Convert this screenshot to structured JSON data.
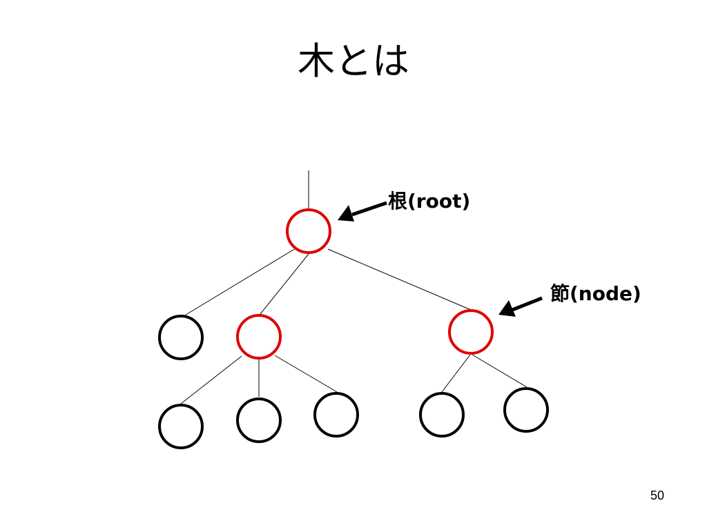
{
  "title": "木とは",
  "labels": {
    "root": "根(root)",
    "node": "節(node)"
  },
  "page_number": "50",
  "colors": {
    "highlight": "#e00000",
    "normal": "#000000",
    "background": "#ffffff"
  }
}
